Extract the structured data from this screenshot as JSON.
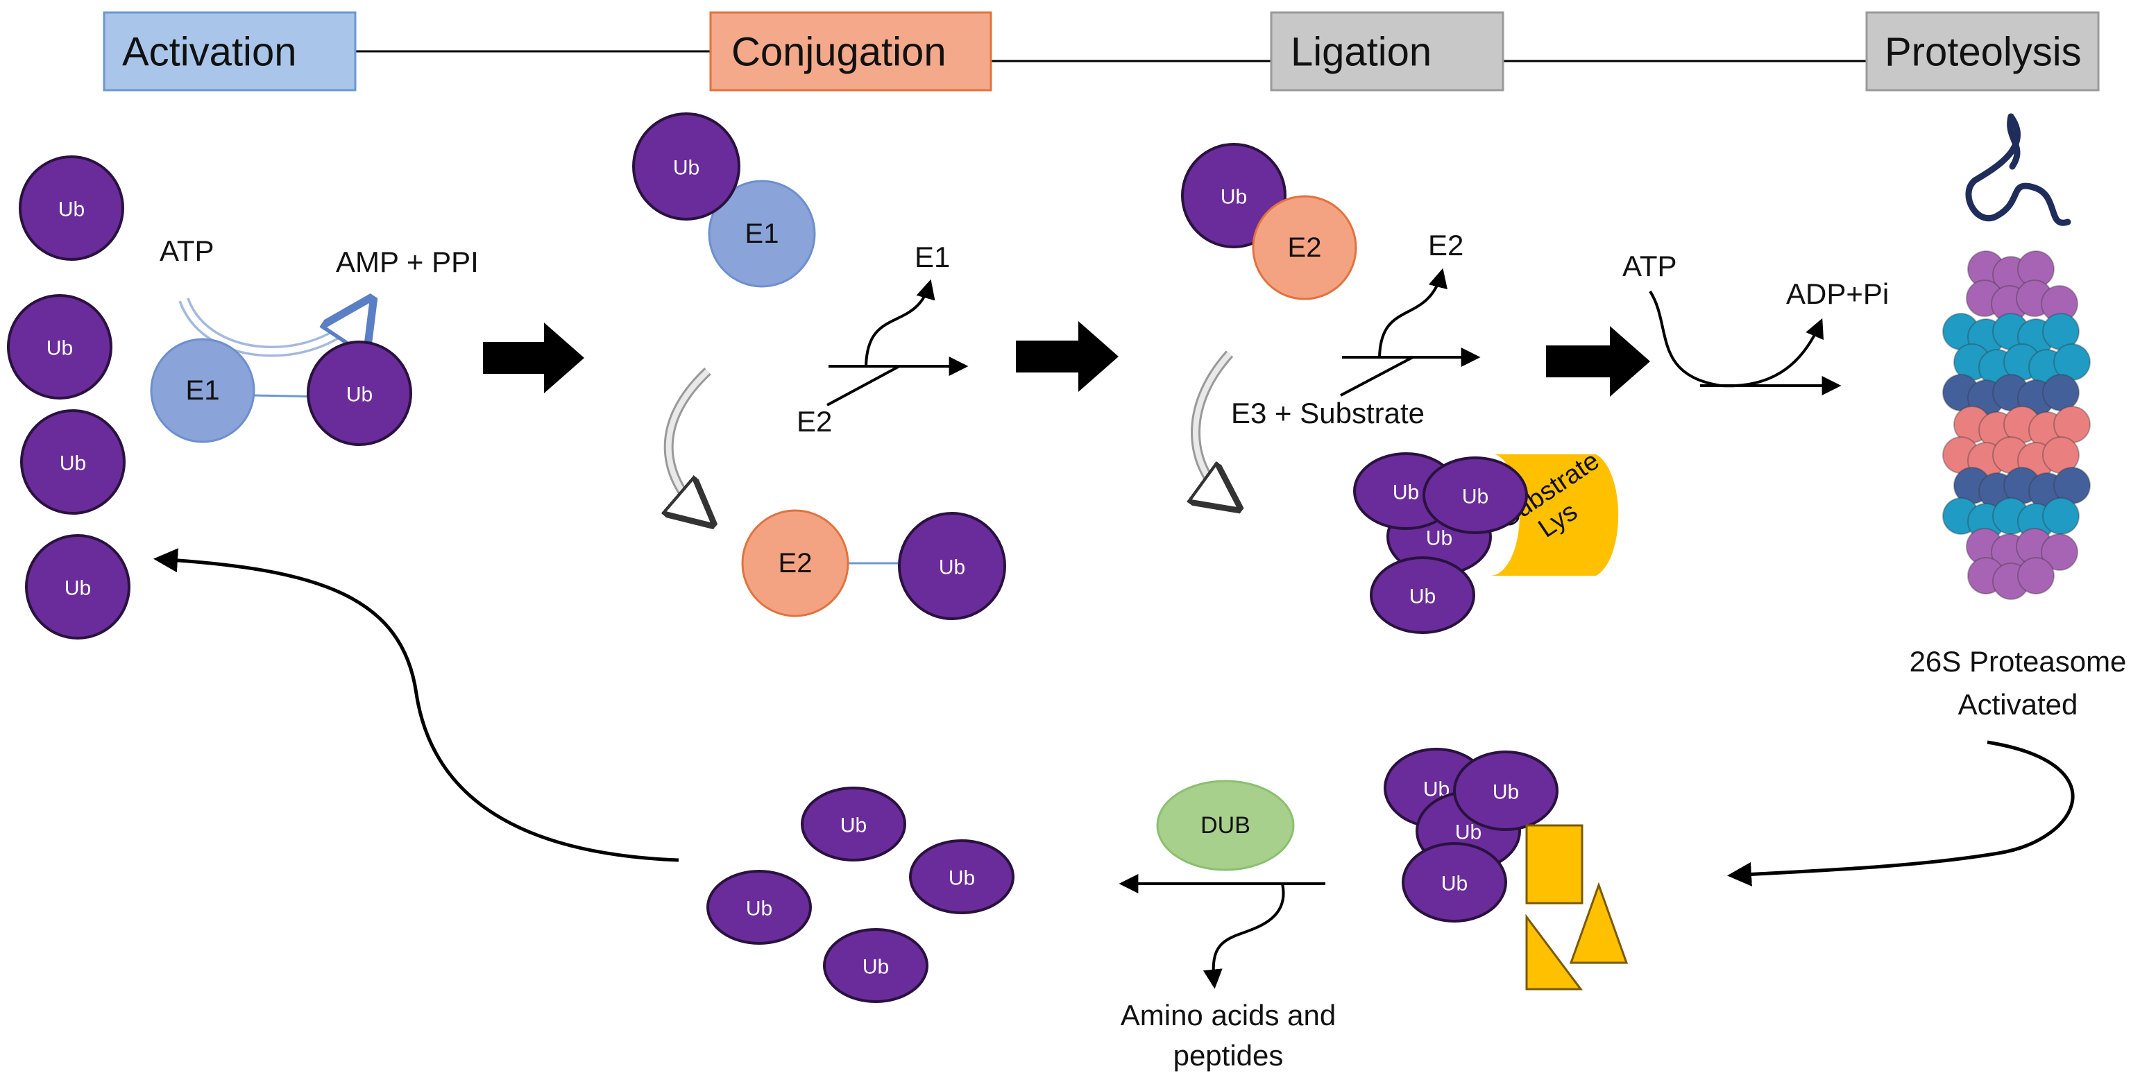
{
  "stages": {
    "activation": "Activation",
    "conjugation": "Conjugation",
    "ligation": "Ligation",
    "proteolysis": "Proteolysis"
  },
  "labels": {
    "ub": "Ub",
    "e1": "E1",
    "e2": "E2",
    "atp": "ATP",
    "amp_ppi": "AMP + PPI",
    "adp_pi": "ADP+Pi",
    "e3_substrate": "E3 + Substrate",
    "substrate": "Substrate",
    "lys": "Lys",
    "proteasome_line1": "26S Proteasome",
    "proteasome_line2": "Activated",
    "dub": "DUB",
    "amino_line1": "Amino acids and",
    "amino_line2": "peptides"
  },
  "colors": {
    "ub_fill": "#6a2c9a",
    "ub_stroke": "#2a1240",
    "activation_box": "#a9c6ea",
    "conjugation_box": "#f4a98a",
    "stage_gray": "#c8c8c8",
    "e1_fill": "#8aa3d8",
    "e2_fill": "#f4a382",
    "dub_fill": "#a8d08d",
    "substrate_fill": "#ffc000",
    "proteasome_teal": "#1f9bc4",
    "proteasome_navy": "#44609a",
    "proteasome_salmon": "#ea7f7f",
    "proteasome_purple": "#a864b4"
  }
}
